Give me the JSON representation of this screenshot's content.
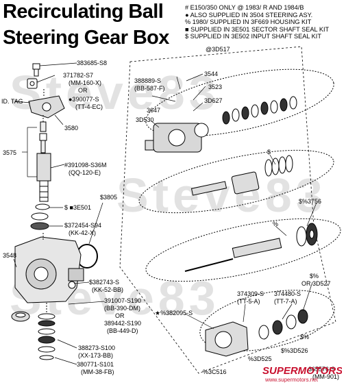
{
  "title": {
    "line1": "Recirculating Ball",
    "line2": "Steering Gear Box"
  },
  "legend": [
    "# E150/350 ONLY          @ 1983/ R AND 1984/B",
    "● ALSO SUPPLIED IN 3504 STEERING ASY.",
    "% 1980/ SUPPLIED IN 3F669 HOUSING KIT",
    "■ SUPPLIED IN 3E501 SECTOR SHAFT SEAL KIT",
    "$ SUPPLIED IN 3E502 INPUT SHAFT SEAL KIT"
  ],
  "watermark": "Steve83",
  "logo": {
    "name": "SUPERMOTORS",
    "url": "www.supermotors.net"
  },
  "labels": {
    "p383685": "383685-S8",
    "p371782": "371782-S7",
    "p371782b": "(MM-160-X)",
    "or1": "OR",
    "p390077": "●390077-S",
    "p390077b": "(TT-4-EC)",
    "idtag": "ID. TAG",
    "p3580": "3580",
    "p3575": "3575",
    "p391098": "#391098-S36M",
    "p391098b": "(QQ-120-E)",
    "p3e501": "$ ■3E501",
    "p3805": "$3805",
    "p372454": "$372454-S94",
    "p372454b": "(KK-42-X)",
    "p3548": "3548",
    "p382743": "$382743-S",
    "p382743b": "(KK-52-BB)",
    "p391007": "391007-S190",
    "p391007b": "(BB-390-DM)",
    "or2": "OR",
    "p389442": "389442-S190",
    "p389442b": "(BB-449-D)",
    "p388273": "388273-S100",
    "p388273b": "(XX-173-BB)",
    "p380771": "380771-S101",
    "p380771b": "(MM-38-FB)",
    "p3d517": "@3D517",
    "p388889": "388889-S",
    "p388889b": "(BB-587-F)",
    "p3544": "3544",
    "p3523": "3523",
    "p3647": "3647",
    "p3d627": "3D627",
    "p3d530": "3D530",
    "pdollar": "$",
    "p3756": "$%3756",
    "ppct": "%",
    "p374309": "374309-S",
    "p374309b": "(TT-5-A)",
    "p374480": "374480-S",
    "p374480b": "(TT-7-A)",
    "p3d527a": "$%",
    "p3d527": "OR 3D527",
    "p382095": "★%382095-S",
    "p3d526": "$%3D526",
    "p3d525": "%3D525",
    "pdp": "$%",
    "p3c516": "%3C516",
    "p365576": "365576-S",
    "p365576b": "(MM-901)"
  }
}
